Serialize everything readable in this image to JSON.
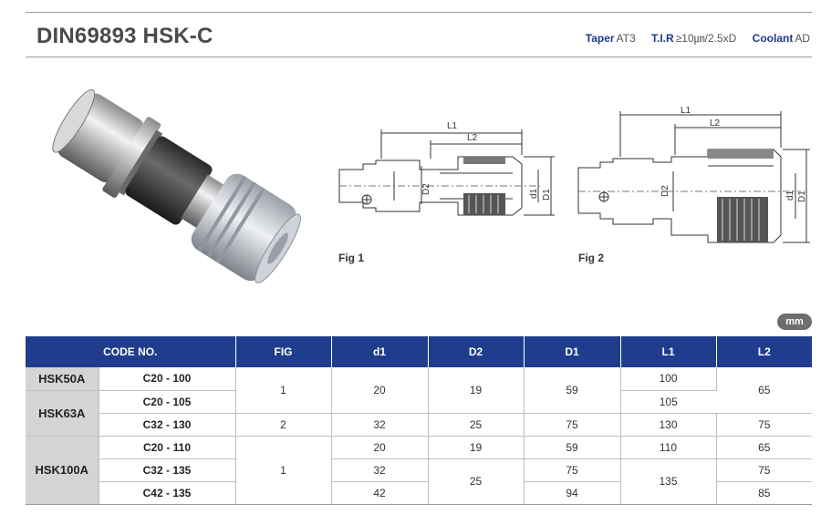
{
  "header": {
    "title": "DIN69893 HSK-C",
    "specs": [
      {
        "key": "Taper",
        "value": "AT3"
      },
      {
        "key": "T.I.R",
        "value": "≥10㎛/2.5xD"
      },
      {
        "key": "Coolant",
        "value": "AD"
      }
    ]
  },
  "figures": {
    "fig1_label": "Fig 1",
    "fig2_label": "Fig 2",
    "dim_L1": "L1",
    "dim_L2": "L2",
    "dim_D2": "D2",
    "dim_d1": "d1",
    "dim_D1": "D1"
  },
  "unit_badge": "mm",
  "table": {
    "headers": [
      "CODE NO.",
      "FIG",
      "d1",
      "D2",
      "D1",
      "L1",
      "L2"
    ],
    "groups": {
      "g1": "HSK50A",
      "g2": "HSK63A",
      "g3": "HSK100A"
    },
    "rows": [
      {
        "code": "C20 - 100",
        "fig": "1",
        "d1": "20",
        "D2": "19",
        "D1": "59",
        "L1": "100",
        "L2": "65"
      },
      {
        "code": "C20 - 105",
        "L1": "105"
      },
      {
        "code": "C32 - 130",
        "fig": "2",
        "d1": "32",
        "D2": "25",
        "D1": "75",
        "L1": "130",
        "L2": "75"
      },
      {
        "code": "C20 - 110",
        "fig": "1",
        "d1": "20",
        "D2": "19",
        "D1": "59",
        "L1": "110",
        "L2": "65"
      },
      {
        "code": "C32 - 135",
        "d1": "32",
        "D2": "25",
        "D1": "75",
        "L1": "135",
        "L2": "75"
      },
      {
        "code": "C42 - 135",
        "d1": "42",
        "D1": "94",
        "L2": "85"
      }
    ]
  }
}
